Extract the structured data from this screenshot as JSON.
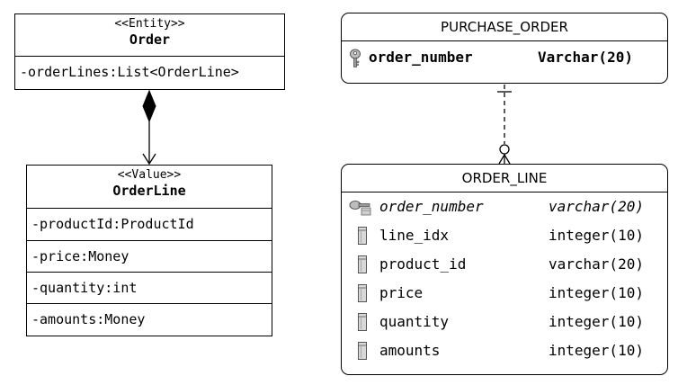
{
  "uml": {
    "order": {
      "stereotype": "<<Entity>>",
      "name": "Order",
      "attributes": [
        "-orderLines:List<OrderLine>"
      ]
    },
    "orderline": {
      "stereotype": "<<Value>>",
      "name": "OrderLine",
      "attributes": [
        "-productId:ProductId",
        "-price:Money",
        "-quantity:int",
        "-amounts:Money"
      ]
    }
  },
  "tables": {
    "purchase_order": {
      "name": "PURCHASE_ORDER",
      "columns": [
        {
          "name": "order_number",
          "type": "Varchar(20)",
          "icon": "primary-key-icon"
        }
      ]
    },
    "order_line": {
      "name": "ORDER_LINE",
      "columns": [
        {
          "name": "order_number",
          "type": "varchar(20)",
          "icon": "foreign-key-icon"
        },
        {
          "name": "line_idx",
          "type": "integer(10)",
          "icon": "column-icon"
        },
        {
          "name": "product_id",
          "type": "varchar(20)",
          "icon": "column-icon"
        },
        {
          "name": "price",
          "type": "integer(10)",
          "icon": "column-icon"
        },
        {
          "name": "quantity",
          "type": "integer(10)",
          "icon": "column-icon"
        },
        {
          "name": "amounts",
          "type": "integer(10)",
          "icon": "column-icon"
        }
      ]
    }
  },
  "relations": {
    "composition": "Order composes OrderLine",
    "foreign_key": "ORDER_LINE references PURCHASE_ORDER (one-to-zero-or-many)"
  }
}
